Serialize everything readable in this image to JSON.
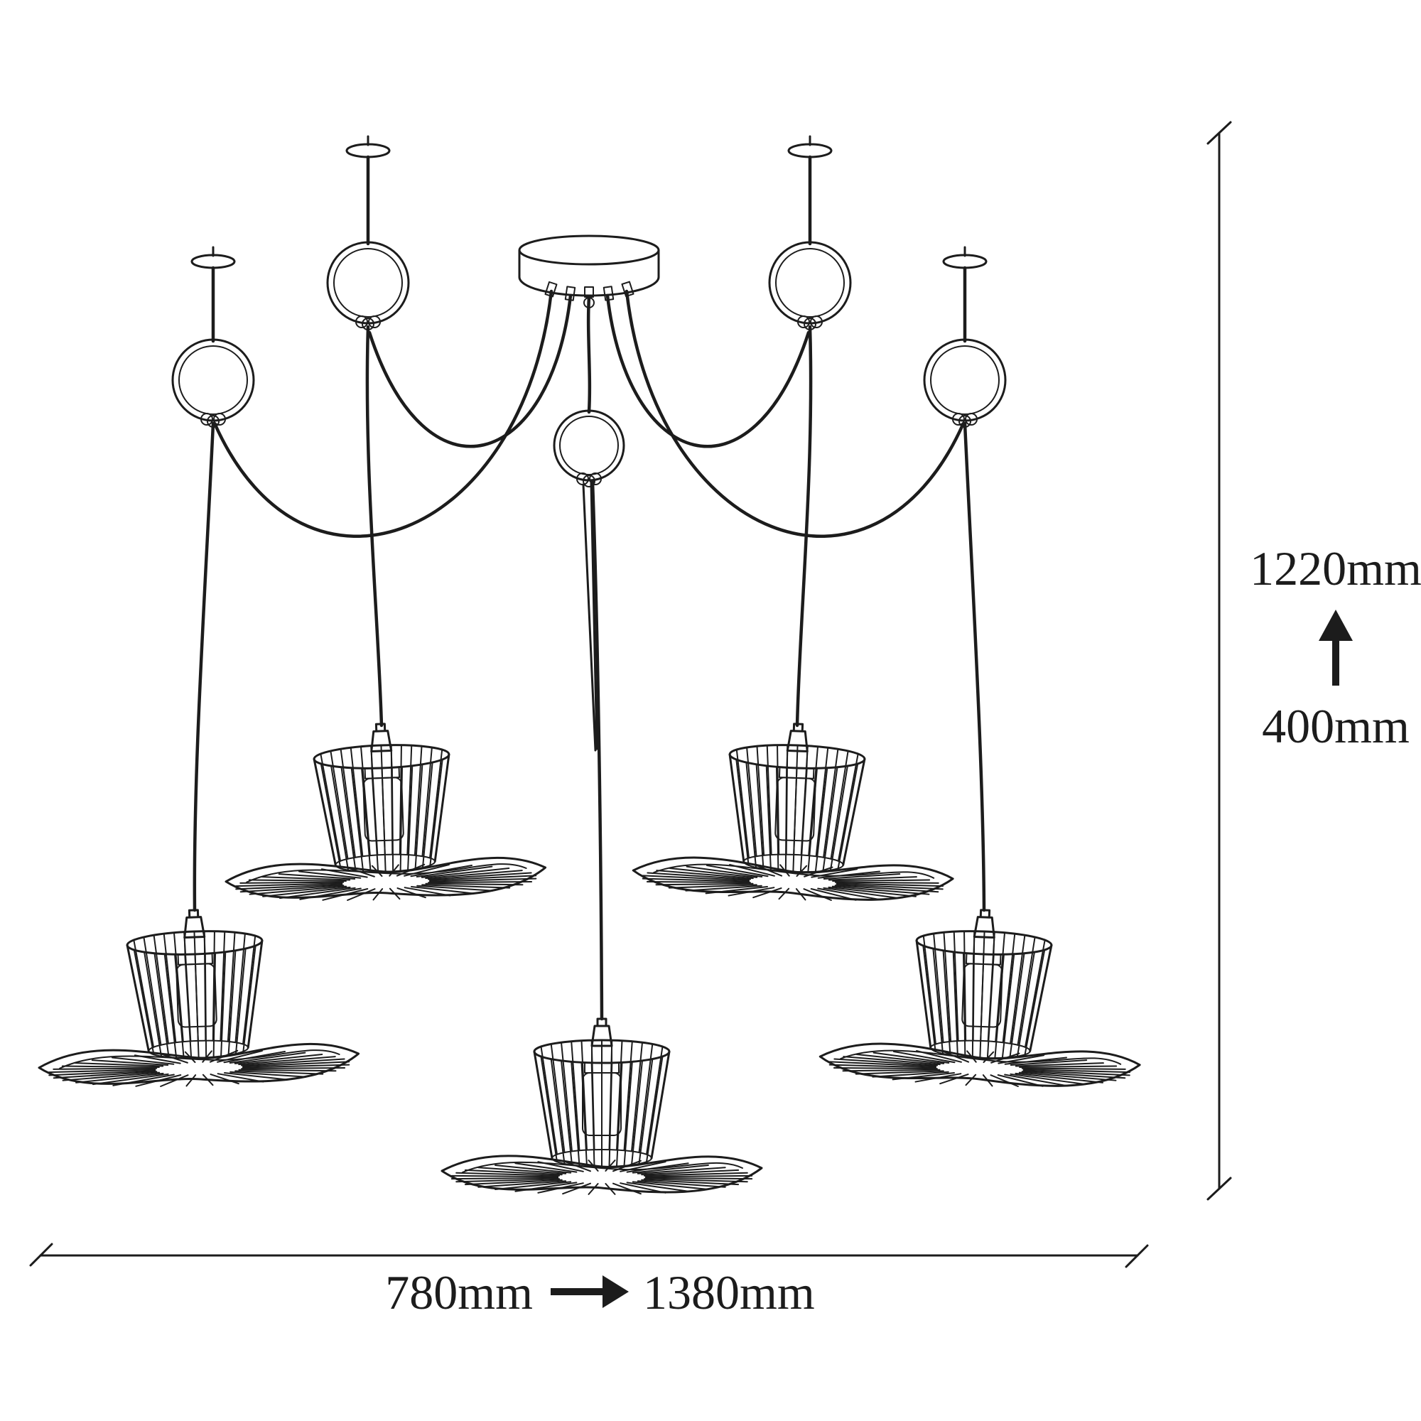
{
  "colors": {
    "line": "#1c1c1c",
    "background": "#ffffff"
  },
  "dimensions": {
    "height_label": "1220mm",
    "height_secondary_label": "400mm",
    "width_min_label": "780mm",
    "width_max_label": "1380mm"
  }
}
